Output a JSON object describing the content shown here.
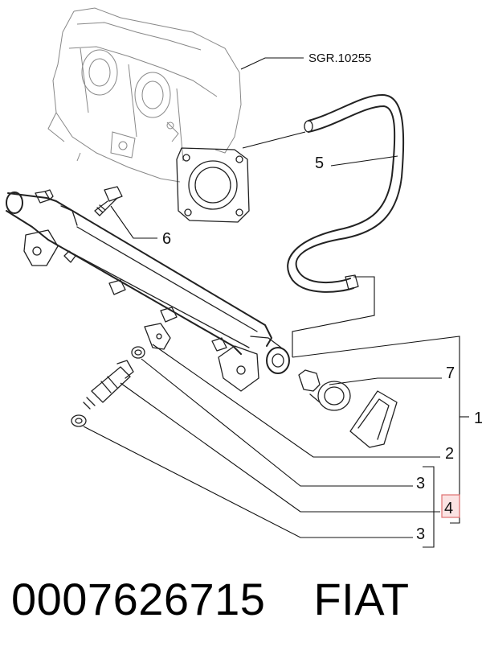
{
  "diagram": {
    "reference_label": "SGR.10255",
    "callouts": {
      "c1": "1",
      "c2": "2",
      "c3a": "3",
      "c3b": "3",
      "c4": "4",
      "c5": "5",
      "c6": "6",
      "c7": "7"
    },
    "highlight_color": "#e07070",
    "highlight_fill": "#fbe3e3"
  },
  "footer": {
    "part_number": "0007626715",
    "brand": "FIAT"
  }
}
